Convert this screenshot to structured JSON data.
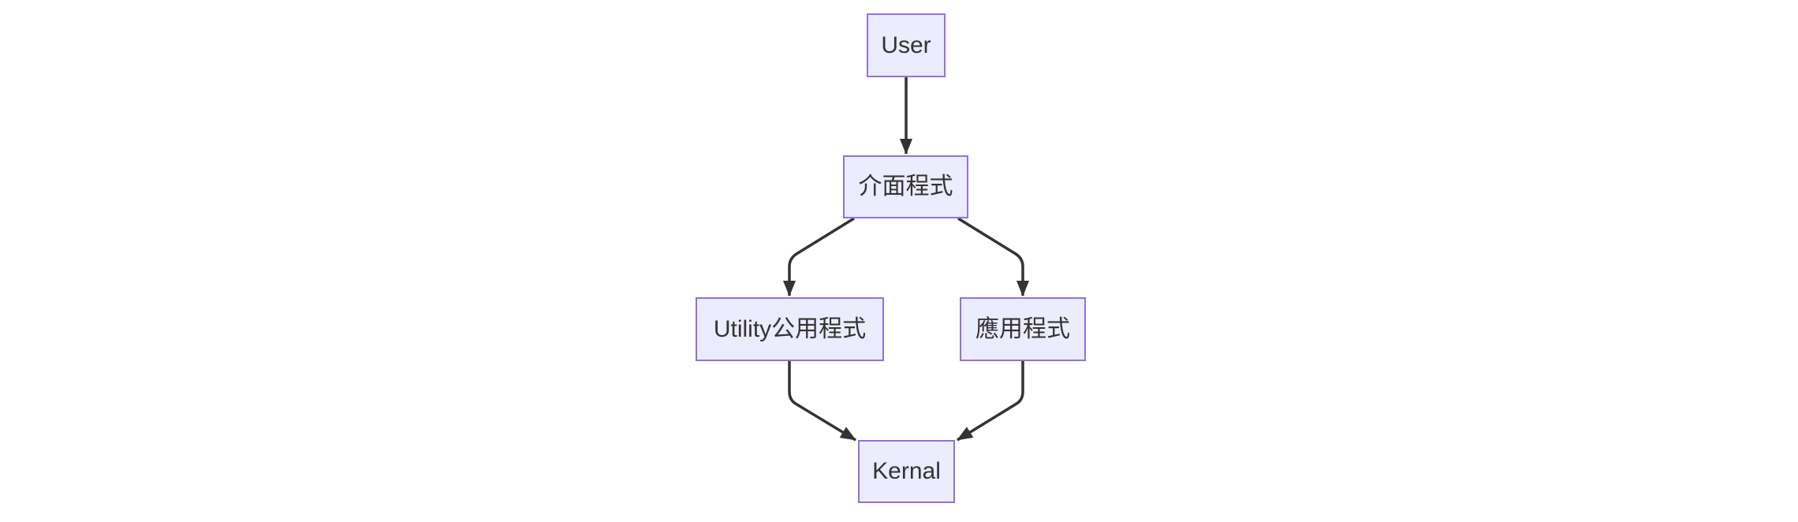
{
  "diagram": {
    "type": "flowchart",
    "direction": "top-down",
    "colors": {
      "node_fill": "#ECECFF",
      "node_border": "#9370DB",
      "edge": "#333333",
      "text": "#333333",
      "background": "#FFFFFF"
    },
    "nodes": [
      {
        "id": "user",
        "label": "User"
      },
      {
        "id": "interface",
        "label": "介面程式"
      },
      {
        "id": "utility",
        "label": "Utility公用程式"
      },
      {
        "id": "application",
        "label": "應用程式"
      },
      {
        "id": "kernel",
        "label": "Kernal"
      }
    ],
    "edges": [
      {
        "from": "User",
        "to": "介面程式"
      },
      {
        "from": "介面程式",
        "to": "Utility公用程式"
      },
      {
        "from": "介面程式",
        "to": "應用程式"
      },
      {
        "from": "Utility公用程式",
        "to": "Kernal"
      },
      {
        "from": "應用程式",
        "to": "Kernal"
      }
    ]
  }
}
